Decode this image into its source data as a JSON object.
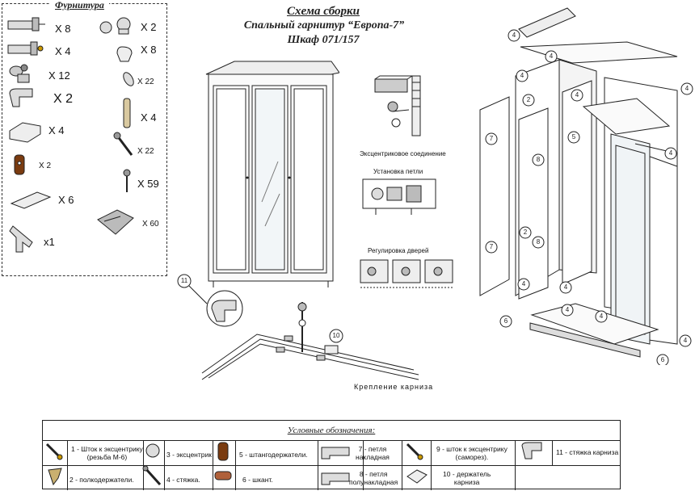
{
  "hardware": {
    "title": "Фурнитура",
    "items": [
      {
        "icon": "cam-stem-icon",
        "qty": "X 8"
      },
      {
        "icon": "cam-stem-wood-icon",
        "qty": "X 4"
      },
      {
        "icon": "cornice-coupling-icon",
        "qty": "X 12"
      },
      {
        "icon": "hinge-icon",
        "qty": "X 2"
      },
      {
        "icon": "cornice-holder-icon",
        "qty": "X 4"
      },
      {
        "icon": "rod-holder-icon",
        "qty": "X 2"
      },
      {
        "icon": "shelf-holder-plate-icon",
        "qty": "X 6"
      },
      {
        "icon": "hex-key-icon",
        "qty": "x1"
      },
      {
        "icon": "cam-icon",
        "qty": "X 2"
      },
      {
        "icon": "knob-icon",
        "qty": "X 8"
      },
      {
        "icon": "shelf-pin-icon",
        "qty": "X 22"
      },
      {
        "icon": "dowel-icon",
        "qty": "X 4"
      },
      {
        "icon": "screw-tie-icon",
        "qty": "X 22"
      },
      {
        "icon": "screw-icon",
        "qty": "X 59"
      },
      {
        "icon": "hinge-pack-icon",
        "qty": "X 60"
      }
    ]
  },
  "title": {
    "line1": "Схема сборки",
    "line2": "Спальный гарнитур “Европа-7”",
    "line3": "Шкаф 071/157"
  },
  "details": {
    "cam_connection": "Эксцентриковое соединение",
    "hinge_install": "Установка петли",
    "door_adjust": "Регулировка дверей",
    "cornice_fix": "Крепление карниза"
  },
  "callouts": [
    "4",
    "4",
    "4",
    "4",
    "4",
    "4",
    "4",
    "4",
    "4",
    "4",
    "4",
    "2",
    "2",
    "5",
    "7",
    "7",
    "8",
    "8",
    "6",
    "6",
    "11",
    "10"
  ],
  "legend": {
    "title": "Условные обозначения:",
    "items": [
      {
        "icon": "cam-stem-icon",
        "text": "1 - Шток к эксцентрику\n(резьба М-6)"
      },
      {
        "icon": "cam-icon",
        "text": "3 - эксцентрик"
      },
      {
        "icon": "rod-holder-icon",
        "text": "5 - штангодержатели."
      },
      {
        "icon": "hinge-icon",
        "text": "7 - петля\nнакладная"
      },
      {
        "icon": "screw-stem-icon",
        "text": "9 - шток к эксцентрику\n(саморез)."
      },
      {
        "icon": "cornice-coupling-icon",
        "text": "11 - стяжка карниза"
      },
      {
        "icon": "shelf-pin-icon",
        "text": "2 - полкодержатели."
      },
      {
        "icon": "screw-tie-icon",
        "text": "4 - стяжка."
      },
      {
        "icon": "dowel-icon",
        "text": "6 - шкант."
      },
      {
        "icon": "hinge-half-icon",
        "text": "8 - петля\nполунакладная"
      },
      {
        "icon": "cornice-holder-icon",
        "text": "10 - держатель\nкарниза"
      }
    ]
  }
}
